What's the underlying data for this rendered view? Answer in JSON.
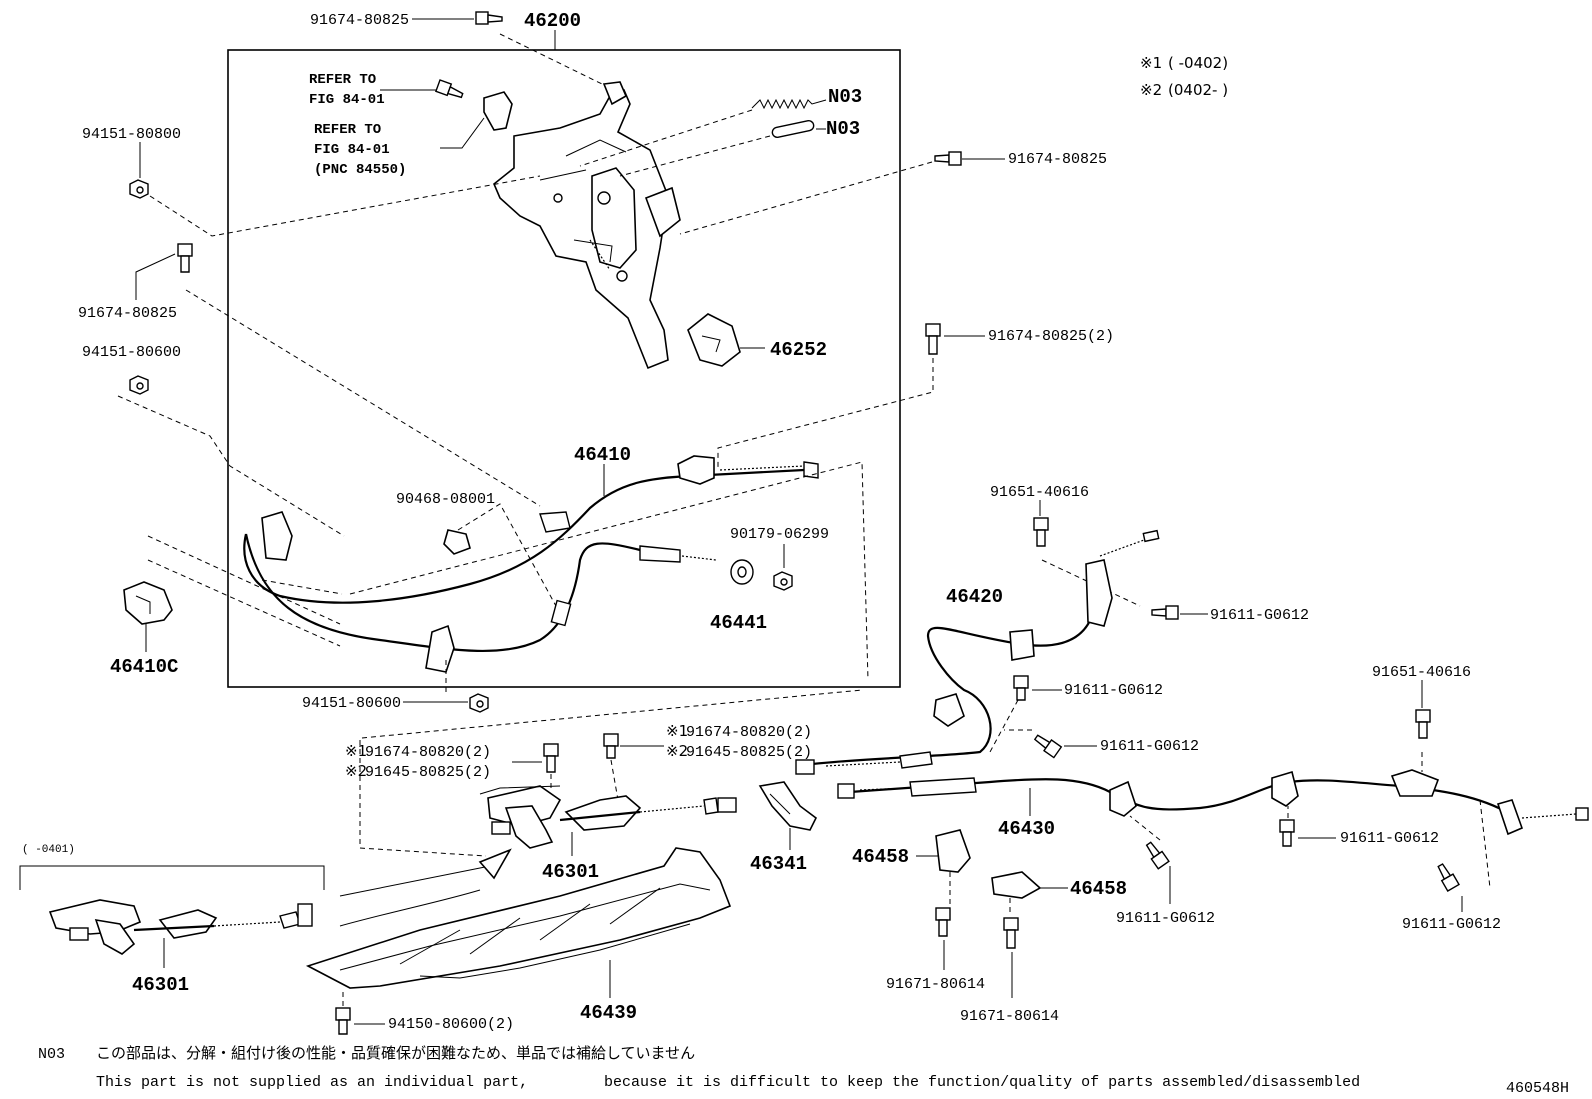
{
  "diagram_id": "460548H",
  "variants": [
    {
      "mark": "※1",
      "range": "(      -0402)"
    },
    {
      "mark": "※2",
      "range": "(0402-      )"
    }
  ],
  "inset_range": "(      -0401)",
  "refer": {
    "line1": "REFER TO",
    "line2": "FIG 84-01",
    "line3": "REFER TO",
    "line4": "FIG 84-01",
    "line5": "(PNC 84550)"
  },
  "labels": {
    "p46200": "46200",
    "p91674_top": "91674-80825",
    "pN03a": "N03",
    "pN03b": "N03",
    "p91674_r1": "91674-80825",
    "p94151_800": "94151-80800",
    "p91674_left": "91674-80825",
    "p94151_600a": "94151-80600",
    "p46252": "46252",
    "p91674_r2": "91674-80825(2)",
    "p46410": "46410",
    "p90468": "90468-08001",
    "p90179": "90179-06299",
    "p46441": "46441",
    "p46410C": "46410C",
    "p94151_600b": "94151-80600",
    "p91651_a": "91651-40616",
    "p46420": "46420",
    "p91611_a": "91611-G0612",
    "p91611_b": "91611-G0612",
    "p91611_c": "91611-G0612",
    "p91651_b": "91651-40616",
    "p91674_820a": "91674-80820(2)",
    "p91645_825a": "91645-80825(2)",
    "p91674_820b": "91674-80820(2)",
    "p91645_825b": "91645-80825(2)",
    "mark1a": "※1",
    "mark2a": "※2",
    "mark1b": "※1",
    "mark2b": "※2",
    "p46301_a": "46301",
    "p46341": "46341",
    "p46430": "46430",
    "p46458_a": "46458",
    "p46458_b": "46458",
    "p91611_d": "91611-G0612",
    "p91611_e": "91611-G0612",
    "p91611_f": "91611-G0612",
    "p46301_b": "46301",
    "p46439": "46439",
    "p91671_a": "91671-80614",
    "p91671_b": "91671-80614",
    "p94150": "94150-80600(2)"
  },
  "note": {
    "code": "N03",
    "ja": "この部品は、分解・組付け後の性能・品質確保が困難なため、単品では補給していません",
    "en1": "This part is not supplied as an individual part,",
    "en2": "because it is difficult to keep the function/quality of parts assembled/disassembled"
  }
}
